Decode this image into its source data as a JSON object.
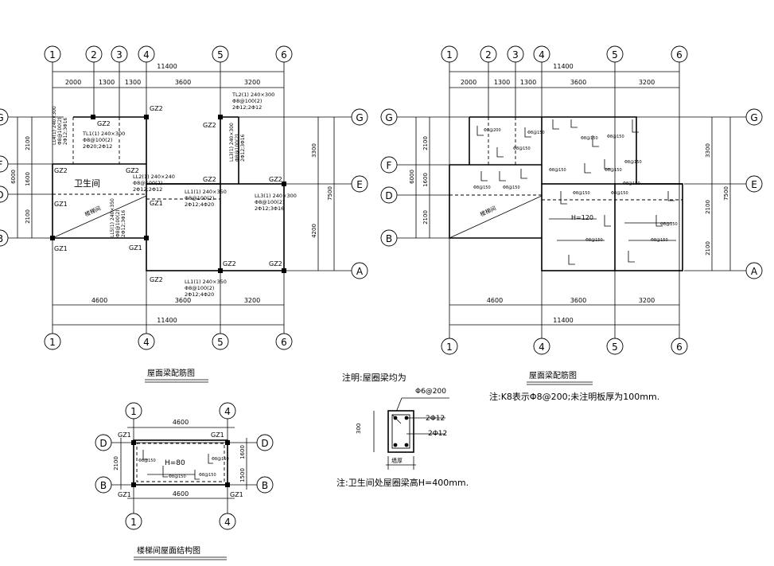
{
  "plan1": {
    "title": "屋面梁配筋图",
    "axes_top": [
      "1",
      "2",
      "3",
      "4",
      "5",
      "6"
    ],
    "axes_bottom": [
      "1",
      "4",
      "5",
      "6"
    ],
    "axes_left": [
      "G",
      "F",
      "D",
      "B"
    ],
    "axes_right": [
      "G",
      "E",
      "A"
    ],
    "dim_total": "11400",
    "dims_top": [
      "2000",
      "1300",
      "1300",
      "3600",
      "3200"
    ],
    "dims_bottom": [
      "4600",
      "3600",
      "3200"
    ],
    "dims_left": [
      "2100",
      "1600",
      "2100",
      "6000"
    ],
    "dims_right": [
      "3300",
      "4200",
      "7500"
    ],
    "room": "卫生间",
    "stair": "楼梯间",
    "columns": [
      "GZ2",
      "GZ2",
      "GZ2",
      "GZ2",
      "GZ2",
      "GZ2",
      "GZ1",
      "GZ1",
      "GZ1",
      "GZ2",
      "GZ2",
      "GZ2",
      "GZ2"
    ],
    "beams": [
      {
        "lines": [
          "TL2(1) 240×300",
          "Φ8@100(2)",
          "2Φ12;2Φ12"
        ]
      },
      {
        "lines": [
          "TL1(1) 240×300",
          "Φ8@100(2)",
          "2Φ20;2Φ12"
        ]
      },
      {
        "lines": [
          "LL2(1) 240×240",
          "Φ8@100(2)",
          "2Φ12;2Φ12"
        ]
      },
      {
        "lines": [
          "LL1(1) 240×350",
          "Φ8@100(2)",
          "2Φ12;4Φ20"
        ]
      },
      {
        "lines": [
          "LL3(1) 240×300",
          "Φ8@100(2)",
          "2Φ12;3Φ16"
        ]
      },
      {
        "lines": [
          "LL1(1) 240×350",
          "Φ8@100(2)",
          "2Φ12;4Φ20"
        ]
      },
      {
        "lines": [
          "LL4(1) 240×300",
          "Φ8@100(2)",
          "2Φ12;3Φ16"
        ]
      },
      {
        "lines": [
          "LL5(1) 240×350",
          "Φ8@100(2)",
          "2Φ12;3Φ16"
        ]
      },
      {
        "lines": [
          "LL3(1) 240×300",
          "Φ8@100(2)",
          "2Φ12;3Φ16"
        ]
      }
    ]
  },
  "plan2": {
    "title": "屋面梁配筋图",
    "axes_top": [
      "1",
      "2",
      "3",
      "4",
      "5",
      "6"
    ],
    "axes_bottom": [
      "1",
      "4",
      "5",
      "6"
    ],
    "axes_left": [
      "G",
      "F",
      "D",
      "B"
    ],
    "axes_right": [
      "G",
      "E",
      "A"
    ],
    "dim_total": "11400",
    "dims_top": [
      "2000",
      "1300",
      "1300",
      "3600",
      "3200"
    ],
    "dims_bottom": [
      "4600",
      "3600",
      "3200"
    ],
    "dims_left": [
      "2100",
      "1600",
      "2100",
      "6000"
    ],
    "dims_right": [
      "3300",
      "2100",
      "2100",
      "7500"
    ],
    "stair": "楼梯间",
    "slab_h": "H=120",
    "note": "注:K8表示Φ8@200;未注明板厚为100mm."
  },
  "plan3": {
    "title": "楼梯间屋面结构图",
    "axes_top": [
      "1",
      "4"
    ],
    "axes_bottom": [
      "1",
      "4"
    ],
    "axes_left": [
      "D",
      "B"
    ],
    "axes_right": [
      "D",
      "B"
    ],
    "dim_top": "4600",
    "dim_bottom": "4600",
    "dims_left": [
      "2100"
    ],
    "dims_right": [
      "1600",
      "1500"
    ],
    "columns": [
      "GZ1",
      "GZ1",
      "GZ1",
      "GZ1"
    ],
    "slab_h": "H=80"
  },
  "section": {
    "title": "注明:屋圈梁均为",
    "stirrup": "Φ6@200",
    "top_bar": "2Φ12",
    "bottom_bar": "2Φ12",
    "height": "300",
    "width_label": "墙厚",
    "note": "注:卫生间处屋圈梁高H=400mm."
  }
}
